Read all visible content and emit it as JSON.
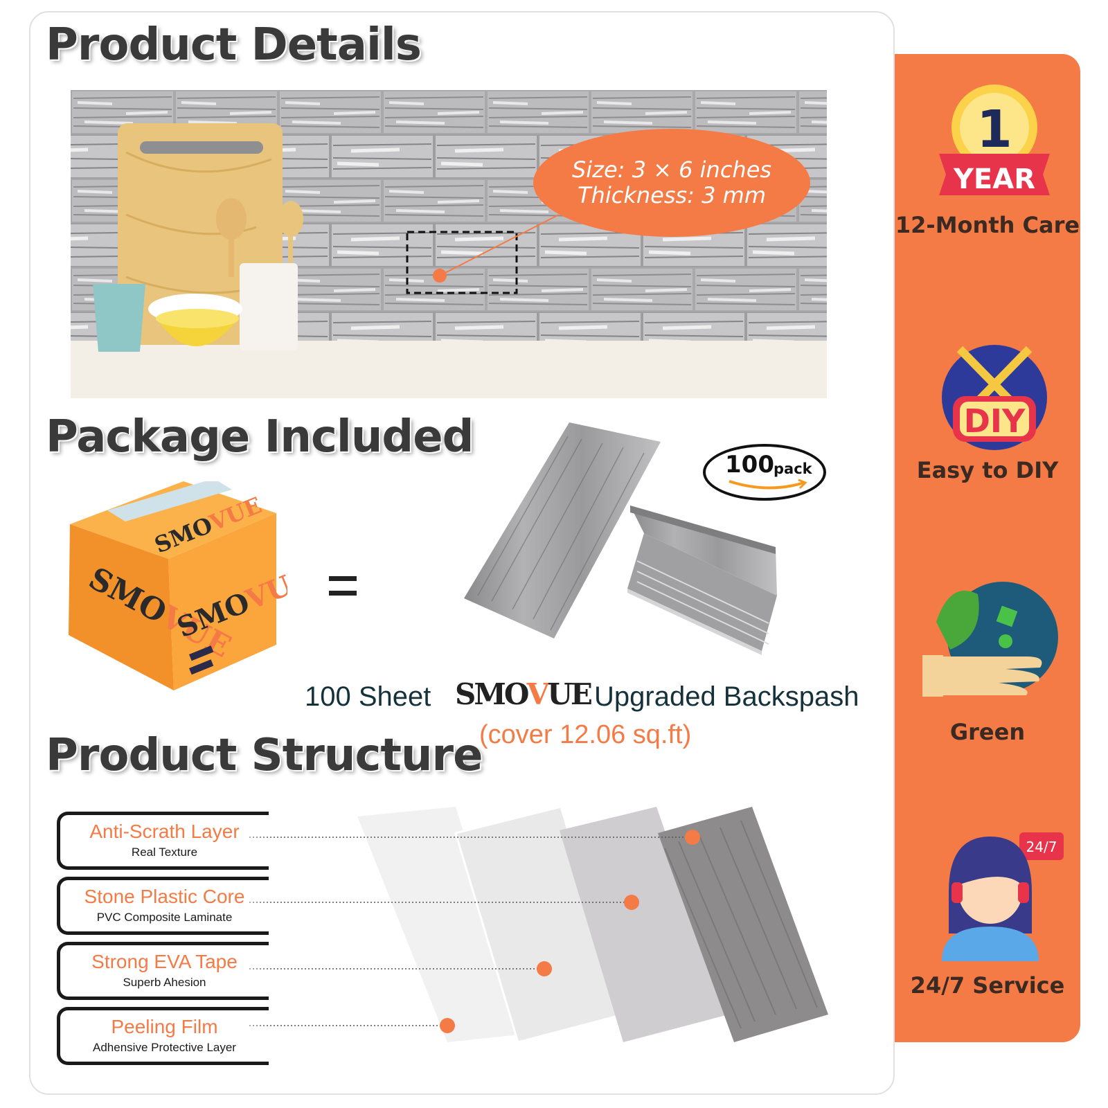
{
  "headings": {
    "details": "Product  Details",
    "package": "Package Included",
    "structure": "Product Structure"
  },
  "size_callout": {
    "size": "Size: 3 × 6 inches",
    "thickness": "Thickness: 3 mm"
  },
  "package": {
    "badge_number": "100",
    "badge_word": "pack",
    "caption_prefix": "100 Sheet",
    "brand_part1": "SMO",
    "brand_part2": "V",
    "brand_part3": "UE",
    "caption_suffix": "Upgraded Backspash",
    "coverage": "(cover 12.06 sq.ft)"
  },
  "layers": [
    {
      "title": "Anti-Scrath Layer",
      "subtitle": "Real Texture"
    },
    {
      "title": "Stone Plastic Core",
      "subtitle": "PVC Composite Laminate"
    },
    {
      "title": "Strong EVA Tape",
      "subtitle": "Superb Ahesion"
    },
    {
      "title": "Peeling Film",
      "subtitle": "Adhensive Protective Layer"
    }
  ],
  "sidebar": {
    "warranty_number": "1",
    "warranty_word": "YEAR",
    "warranty_label": "12-Month Care",
    "diy_word": "DIY",
    "diy_label": "Easy to DIY",
    "green_label": "Green",
    "service_tag": "24/7",
    "service_label": "24/7 Service"
  },
  "colors": {
    "accent": "#f47a46",
    "dark_text": "#3a3a3a",
    "caption_text": "#15323a"
  },
  "icons": [
    "one-year-warranty-icon",
    "diy-tools-icon",
    "green-eco-icon",
    "customer-service-icon"
  ]
}
